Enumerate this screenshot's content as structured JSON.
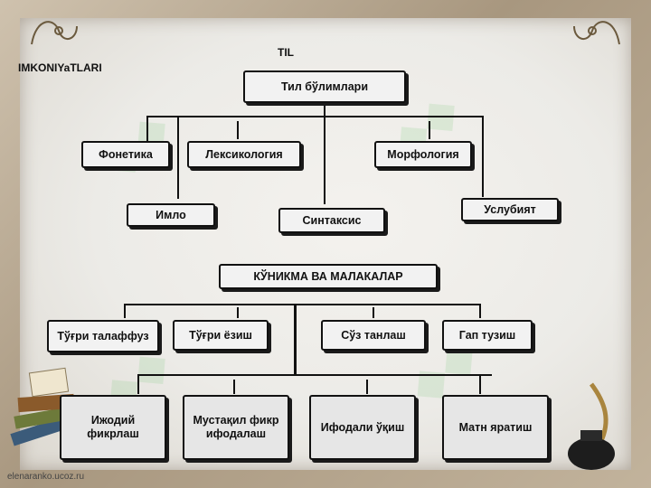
{
  "headings": {
    "top": "TIL",
    "left": "IMKONIYaTLARI"
  },
  "tree1": {
    "root": "Тил бўлимлари",
    "nodes": [
      "Фонетика",
      "Лексикология",
      "Морфология",
      "Имло",
      "Синтаксис",
      "Услубият"
    ]
  },
  "tree2": {
    "root": "КЎНИКМА ВА МАЛАКАЛАР",
    "row1": [
      "Тўғри талаффуз",
      "Тўғри ёзиш",
      "Сўз танлаш",
      "Гап тузиш"
    ],
    "row2": [
      "Ижодий фикрлаш",
      "Мустақил фикр ифодалаш",
      "Ифодали ўқиш",
      "Матн яратиш"
    ]
  },
  "credit": "elenaranko.ucoz.ru",
  "colors": {
    "box_fill": "#f2f2f2",
    "box_border": "#111111"
  }
}
